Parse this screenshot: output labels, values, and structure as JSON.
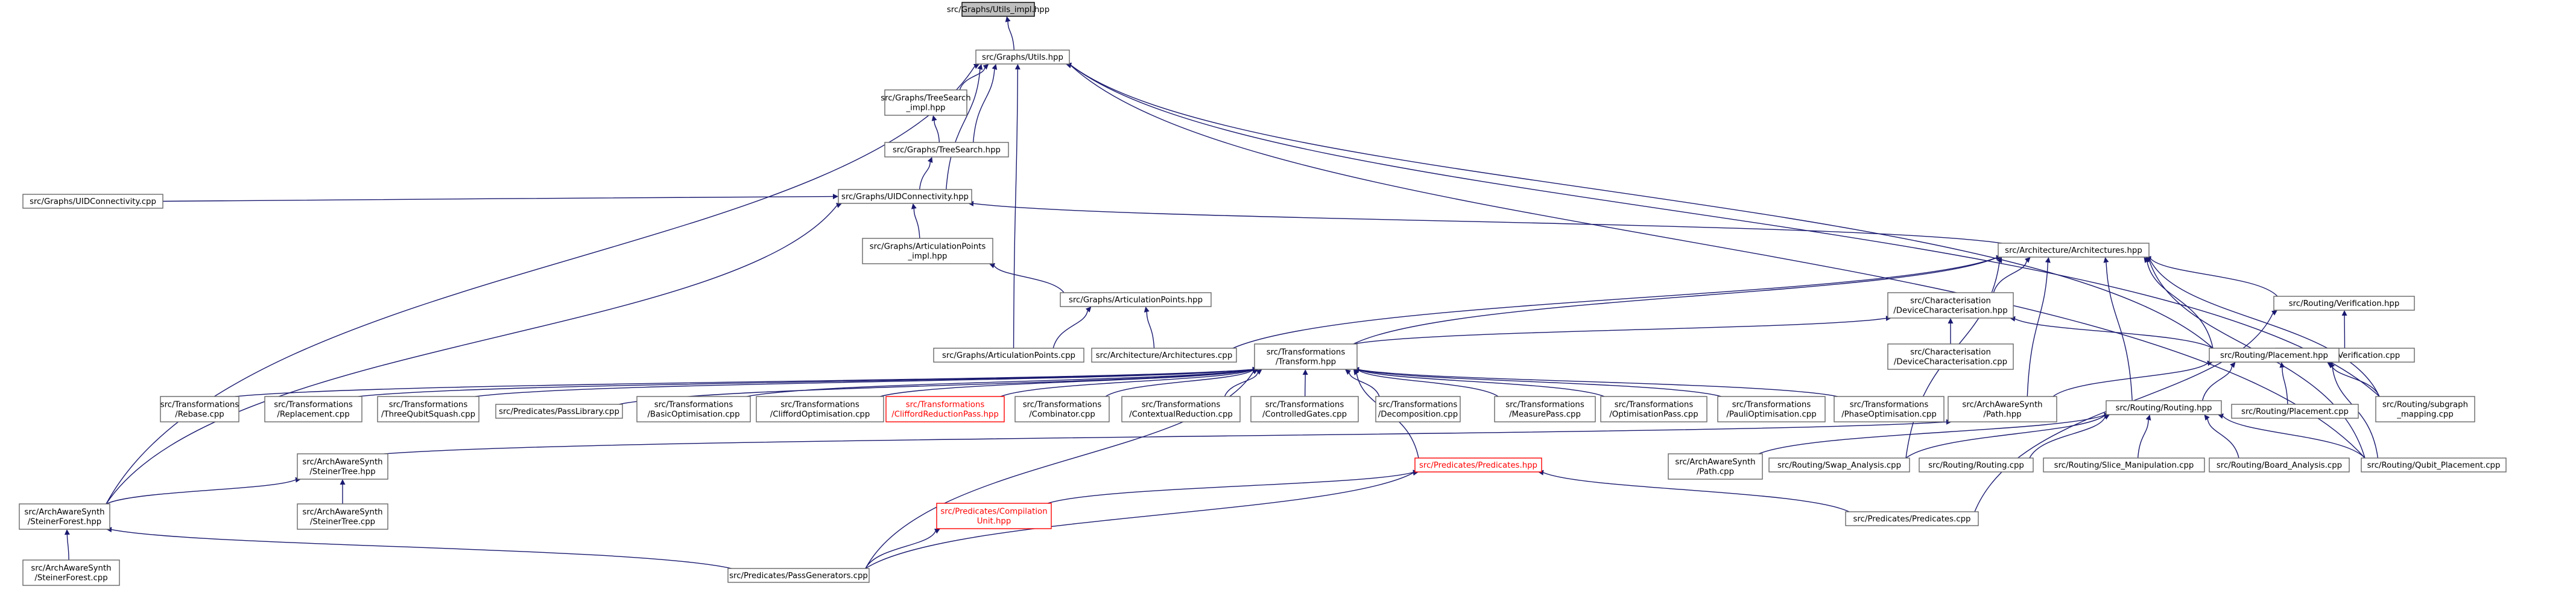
{
  "colors": {
    "edge": "#191970",
    "node_border": "#666666",
    "root_fill": "#bfbfbf",
    "highlight_border": "#ff0000"
  },
  "nodes": {
    "utils_impl": {
      "lines": [
        "src/Graphs/Utils_impl.hpp"
      ],
      "style": "root"
    },
    "utils": {
      "lines": [
        "src/Graphs/Utils.hpp"
      ]
    },
    "treesearch_impl": {
      "lines": [
        "src/Graphs/TreeSearch",
        "_impl.hpp"
      ]
    },
    "treesearch": {
      "lines": [
        "src/Graphs/TreeSearch.hpp"
      ]
    },
    "uid_hpp": {
      "lines": [
        "src/Graphs/UIDConnectivity.hpp"
      ]
    },
    "uid_cpp": {
      "lines": [
        "src/Graphs/UIDConnectivity.cpp"
      ]
    },
    "ap_impl": {
      "lines": [
        "src/Graphs/ArticulationPoints",
        "_impl.hpp"
      ]
    },
    "ap_hpp": {
      "lines": [
        "src/Graphs/ArticulationPoints.hpp"
      ]
    },
    "ap_cpp": {
      "lines": [
        "src/Graphs/ArticulationPoints.cpp"
      ]
    },
    "arch_hpp": {
      "lines": [
        "src/Architecture/Architectures.hpp"
      ]
    },
    "arch_cpp": {
      "lines": [
        "src/Architecture/Architectures.cpp"
      ]
    },
    "devchar_hpp": {
      "lines": [
        "src/Characterisation",
        "/DeviceCharacterisation.hpp"
      ]
    },
    "devchar_cpp": {
      "lines": [
        "src/Characterisation",
        "/DeviceCharacterisation.cpp"
      ]
    },
    "verif_hpp": {
      "lines": [
        "src/Routing/Verification.hpp"
      ]
    },
    "verif_cpp": {
      "lines": [
        "src/Routing/Verification.cpp"
      ]
    },
    "transform_hpp": {
      "lines": [
        "src/Transformations",
        "/Transform.hpp"
      ]
    },
    "placement_hpp": {
      "lines": [
        "src/Routing/Placement.hpp"
      ]
    },
    "placement_cpp": {
      "lines": [
        "src/Routing/Placement.cpp"
      ]
    },
    "subgraph": {
      "lines": [
        "src/Routing/subgraph",
        "_mapping.cpp"
      ]
    },
    "routing_hpp": {
      "lines": [
        "src/Routing/Routing.hpp"
      ]
    },
    "path_hpp": {
      "lines": [
        "src/ArchAwareSynth",
        "/Path.hpp"
      ]
    },
    "rebase": {
      "lines": [
        "src/Transformations",
        "/Rebase.cpp"
      ]
    },
    "replacement": {
      "lines": [
        "src/Transformations",
        "/Replacement.cpp"
      ]
    },
    "threequbit": {
      "lines": [
        "src/Transformations",
        "/ThreeQubitSquash.cpp"
      ]
    },
    "passlib": {
      "lines": [
        "src/Predicates/PassLibrary.cpp"
      ]
    },
    "basicopt": {
      "lines": [
        "src/Transformations",
        "/BasicOptimisation.cpp"
      ]
    },
    "cliffordopt": {
      "lines": [
        "src/Transformations",
        "/CliffordOptimisation.cpp"
      ]
    },
    "cliffordred": {
      "lines": [
        "src/Transformations",
        "/CliffordReductionPass.hpp"
      ],
      "style": "red"
    },
    "combinator": {
      "lines": [
        "src/Transformations",
        "/Combinator.cpp"
      ]
    },
    "contextual": {
      "lines": [
        "src/Transformations",
        "/ContextualReduction.cpp"
      ]
    },
    "controlled": {
      "lines": [
        "src/Transformations",
        "/ControlledGates.cpp"
      ]
    },
    "decomp": {
      "lines": [
        "src/Transformations",
        "/Decomposition.cpp"
      ]
    },
    "measure": {
      "lines": [
        "src/Transformations",
        "/MeasurePass.cpp"
      ]
    },
    "optpass": {
      "lines": [
        "src/Transformations",
        "/OptimisationPass.cpp"
      ]
    },
    "pauliopt": {
      "lines": [
        "src/Transformations",
        "/PauliOptimisation.cpp"
      ]
    },
    "phaseopt": {
      "lines": [
        "src/Transformations",
        "/PhaseOptimisation.cpp"
      ]
    },
    "steinertree_hpp": {
      "lines": [
        "src/ArchAwareSynth",
        "/SteinerTree.hpp"
      ]
    },
    "steinertree_cpp": {
      "lines": [
        "src/ArchAwareSynth",
        "/SteinerTree.cpp"
      ]
    },
    "steinerforest_hpp": {
      "lines": [
        "src/ArchAwareSynth",
        "/SteinerForest.hpp"
      ]
    },
    "steinerforest_cpp": {
      "lines": [
        "src/ArchAwareSynth",
        "/SteinerForest.cpp"
      ]
    },
    "predicates_hpp": {
      "lines": [
        "src/Predicates/Predicates.hpp"
      ],
      "style": "red"
    },
    "compunit": {
      "lines": [
        "src/Predicates/Compilation",
        "Unit.hpp"
      ],
      "style": "red"
    },
    "passgen": {
      "lines": [
        "src/Predicates/PassGenerators.cpp"
      ]
    },
    "predicates_cpp": {
      "lines": [
        "src/Predicates/Predicates.cpp"
      ]
    },
    "path_cpp": {
      "lines": [
        "src/ArchAwareSynth",
        "/Path.cpp"
      ]
    },
    "swap": {
      "lines": [
        "src/Routing/Swap_Analysis.cpp"
      ]
    },
    "routing_cpp": {
      "lines": [
        "src/Routing/Routing.cpp"
      ]
    },
    "slice": {
      "lines": [
        "src/Routing/Slice_Manipulation.cpp"
      ]
    },
    "board": {
      "lines": [
        "src/Routing/Board_Analysis.cpp"
      ]
    },
    "qubitplace": {
      "lines": [
        "src/Routing/Qubit_Placement.cpp"
      ]
    }
  }
}
